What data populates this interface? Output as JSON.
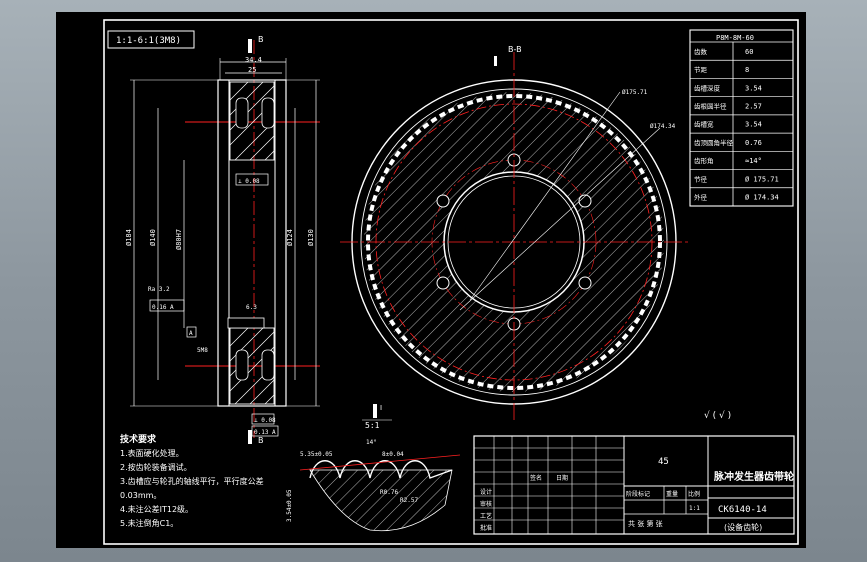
{
  "drawing": {
    "topleft_tag": "1:1-6:1(3M8)",
    "view_mark_left": "B",
    "view_mark_right": "B",
    "section_label": "B-B",
    "detail_label": "I",
    "detail_scale": "5:1",
    "bottom_b": "B"
  },
  "dims": {
    "d34": "34.4",
    "d25": "25",
    "phi184": "Ø184",
    "phi140": "Ø140",
    "phi80": "Ø80H7",
    "phi124": "Ø124",
    "phi130": "Ø130",
    "flat": "⊥ 0.08",
    "ra32": "Ra 3.2",
    "tol1": "0.16 A",
    "ra_sym": "6.3",
    "box_a": "A",
    "box_b": "5M8",
    "tol2": "⊥ 0.08",
    "tol3": "0.13 A",
    "tol_b": "M8",
    "r17571": "Ø175.71",
    "r174": "Ø174.34",
    "rough_note": "√ ( √ )"
  },
  "params": {
    "header": "P8M-8M-60",
    "rows": [
      {
        "k": "齿数",
        "v": "60"
      },
      {
        "k": "节距",
        "v": "8"
      },
      {
        "k": "齿槽深度",
        "v": "3.54"
      },
      {
        "k": "齿根圆半径",
        "v": "2.57"
      },
      {
        "k": "齿槽宽",
        "v": "3.54"
      },
      {
        "k": "齿顶圆角半径",
        "v": "0.76"
      },
      {
        "k": "齿形角",
        "v": "≈14°"
      },
      {
        "k": "节径",
        "v": "Ø 175.71"
      },
      {
        "k": "外径",
        "v": "Ø 174.34"
      }
    ]
  },
  "notes": {
    "title": "技术要求",
    "lines": [
      "1.表面硬化处理。",
      "2.按齿轮装备调试。",
      "3.齿槽应与轮孔的轴线平行，平行度公差",
      "0.03mm。",
      "4.未注公差IT12级。",
      "5.未注倒角C1。"
    ]
  },
  "detail": {
    "d1": "5.35±0.05",
    "d2": "14°",
    "d3": "8±0.04",
    "d4": "R0.76",
    "d5": "R2.57",
    "d6": "3.54±0.05"
  },
  "titleblock": {
    "num45": "45",
    "name": "脉冲发生器齿带轮",
    "code": "CK6140-14",
    "sub": "(设备齿轮)",
    "scale": "1:1",
    "row_labels": [
      "设计",
      "审核",
      "工艺",
      "批准"
    ],
    "stage_labels": [
      "阶段标记",
      "重量",
      "比例"
    ],
    "sheet": "共 张 第 张",
    "sign": "签名",
    "date": "日期"
  }
}
